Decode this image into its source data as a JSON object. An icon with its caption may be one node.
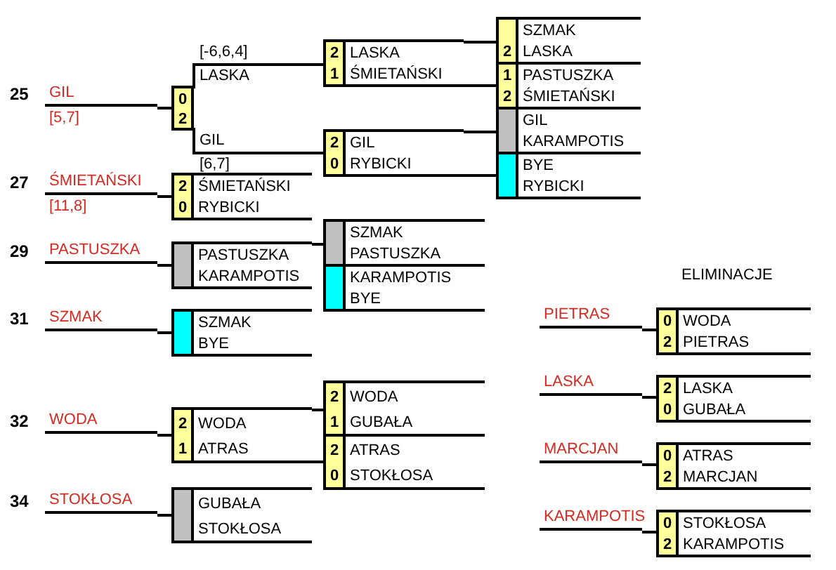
{
  "diagram": {
    "nodes": [
      {
        "text": [
          "GIL",
          "[5,7]"
        ],
        "beside": [
          "25"
        ]
      },
      {
        "text": [],
        "shape": "box"
      },
      {
        "text": [
          "0"
        ],
        "in": 1
      },
      {
        "text": [
          "2"
        ],
        "in": 1
      },
      {
        "text": [
          "ŚMIETAŃSKI",
          "[11,8]"
        ],
        "beside": [
          "27"
        ]
      },
      {
        "text": [],
        "shape": "box"
      },
      {
        "text": [
          "2",
          "ŚMIETAŃSKI"
        ],
        "in": 5
      },
      {
        "text": [
          "0",
          "RYBICKI"
        ],
        "in": 5
      },
      {
        "text": [
          "PASTUSZKA"
        ],
        "beside": [
          "29"
        ]
      },
      {
        "text": [],
        "shape": "box"
      },
      {
        "text": [
          "PASTUSZKA"
        ],
        "in": 9
      },
      {
        "text": [
          "KARAMPOTIS"
        ],
        "in": 9
      },
      {
        "text": [
          "SZMAK"
        ],
        "beside": [
          "31"
        ]
      },
      {
        "text": [],
        "shape": "box"
      },
      {
        "text": [
          "SZMAK"
        ],
        "in": 13
      },
      {
        "text": [
          "BYE"
        ],
        "in": 13
      },
      {
        "text": [
          "WODA"
        ],
        "beside": [
          "32"
        ]
      },
      {
        "text": [],
        "shape": "box"
      },
      {
        "text": [
          "2",
          "WODA"
        ],
        "in": 17
      },
      {
        "text": [
          "1",
          "ATRAS"
        ],
        "in": 17
      },
      {
        "text": [
          "STOKŁOSA"
        ],
        "beside": [
          "34"
        ]
      },
      {
        "text": [],
        "shape": "box"
      },
      {
        "text": [
          "GUBAŁA"
        ],
        "in": 21
      },
      {
        "text": [
          "STOKŁOSA"
        ],
        "in": 21
      },
      {
        "text": [],
        "shape": "box"
      },
      {
        "text": [
          "2",
          "LASKA"
        ],
        "in": 24
      },
      {
        "text": [
          "1",
          "ŚMIETAŃSKI"
        ],
        "in": 24
      },
      {
        "text": [],
        "shape": "box"
      },
      {
        "text": [
          "2",
          "GIL"
        ],
        "in": 27
      },
      {
        "text": [
          "0",
          "RYBICKI"
        ],
        "in": 27
      },
      {
        "text": [],
        "shape": "box"
      },
      {
        "text": [
          "SZMAK"
        ],
        "in": 30
      },
      {
        "text": [
          "PASTUSZKA"
        ],
        "in": 30
      },
      {
        "text": [
          "KARAMPOTIS"
        ],
        "in": 30
      },
      {
        "text": [
          "BYE"
        ],
        "in": 30
      },
      {
        "text": [],
        "shape": "box"
      },
      {
        "text": [
          "2",
          "WODA"
        ],
        "in": 35
      },
      {
        "text": [
          "1",
          "GUBAŁA"
        ],
        "in": 35
      },
      {
        "text": [
          "2",
          "ATRAS"
        ],
        "in": 35
      },
      {
        "text": [
          "0",
          "STOKŁOSA"
        ],
        "in": 35
      },
      {
        "text": [],
        "shape": "box"
      },
      {
        "text": [
          "SZMAK"
        ],
        "in": 40
      },
      {
        "text": [
          "2",
          "LASKA"
        ],
        "in": 40
      },
      {
        "text": [
          "1",
          "PASTUSZKA"
        ],
        "in": 40
      },
      {
        "text": [
          "2",
          "ŚMIETAŃSKI"
        ],
        "in": 40
      },
      {
        "text": [
          "GIL"
        ],
        "in": 40
      },
      {
        "text": [
          "KARAMPOTIS"
        ],
        "in": 40
      },
      {
        "text": [
          "BYE"
        ],
        "in": 40
      },
      {
        "text": [
          "RYBICKI"
        ],
        "in": 40
      },
      {
        "text": [
          "PIETRAS"
        ]
      },
      {
        "text": [],
        "shape": "box"
      },
      {
        "text": [
          "0",
          "WODA"
        ],
        "in": 50
      },
      {
        "text": [
          "2",
          "PIETRAS"
        ],
        "in": 50
      },
      {
        "text": [
          "LASKA"
        ]
      },
      {
        "text": [],
        "shape": "box"
      },
      {
        "text": [
          "2",
          "LASKA"
        ],
        "in": 54
      },
      {
        "text": [
          "0",
          "GUBAŁA"
        ],
        "in": 54
      },
      {
        "text": [
          "MARCJAN"
        ]
      },
      {
        "text": [],
        "shape": "box"
      },
      {
        "text": [
          "0",
          "ATRAS"
        ],
        "in": 58
      },
      {
        "text": [
          "2",
          "MARCJAN"
        ],
        "in": 58
      },
      {
        "text": [
          "KARAMPOTIS"
        ]
      },
      {
        "text": [],
        "shape": "box"
      },
      {
        "text": [
          "0",
          "STOKŁOSA"
        ],
        "in": 62
      },
      {
        "text": [
          "2",
          "KARAMPOTIS"
        ],
        "in": 62
      }
    ],
    "edges": [
      {
        "from": 0,
        "to": 1,
        "arrow": "none"
      },
      {
        "from": 1,
        "to": 24,
        "arrow": "none",
        "label": "LASKA"
      },
      {
        "from": 1,
        "to": 27,
        "arrow": "none",
        "label": "GIL"
      },
      {
        "from": 4,
        "to": 5,
        "arrow": "none"
      },
      {
        "from": 8,
        "to": 9,
        "arrow": "none"
      },
      {
        "from": 9,
        "to": 30,
        "arrow": "none"
      },
      {
        "from": 12,
        "to": 13,
        "arrow": "none"
      },
      {
        "from": 16,
        "to": 17,
        "arrow": "none"
      },
      {
        "from": 17,
        "to": 35,
        "arrow": "none"
      },
      {
        "from": 19,
        "to": 35,
        "arrow": "none"
      },
      {
        "from": 20,
        "to": 21,
        "arrow": "none"
      },
      {
        "from": 24,
        "to": 40,
        "arrow": "none"
      },
      {
        "from": 26,
        "to": 40,
        "arrow": "none"
      },
      {
        "from": 27,
        "to": 40,
        "arrow": "none"
      },
      {
        "from": 29,
        "to": 40,
        "arrow": "none"
      },
      {
        "from": 49,
        "to": 50,
        "arrow": "none"
      },
      {
        "from": 53,
        "to": 54,
        "arrow": "none"
      },
      {
        "from": 57,
        "to": 58,
        "arrow": "none"
      },
      {
        "from": 61,
        "to": 62,
        "arrow": "none"
      }
    ],
    "labels": [
      "[-6,6,4]",
      "[6,7]",
      "ELIMINACJE"
    ]
  }
}
